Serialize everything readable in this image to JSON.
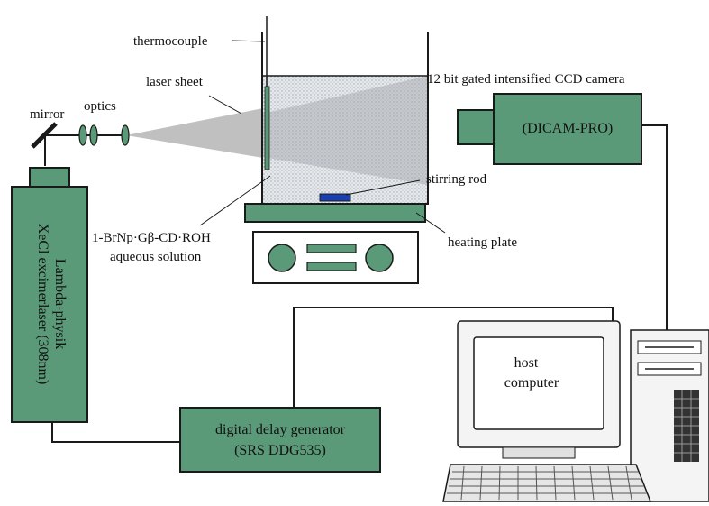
{
  "labels": {
    "thermocouple": "thermocouple",
    "laser_sheet": "laser sheet",
    "camera_title": "12 bit gated intensified CCD camera",
    "camera_model": "(DICAM-PRO)",
    "mirror": "mirror",
    "optics": "optics",
    "stirring_rod": "stirring rod",
    "solution_line1": "1-BrNp·Gβ-CD·ROH",
    "solution_line2": "aqueous solution",
    "heating_plate": "heating plate",
    "laser_line1": "Lambda-physik",
    "laser_line2": "XeCl excimerlaser (308nm)",
    "delay_line1": "digital delay generator",
    "delay_line2": "(SRS DDG535)",
    "computer_line1": "host",
    "computer_line2": "computer"
  },
  "colors": {
    "device_green": "#5a9a78",
    "outline": "#1a1a1a",
    "laser_beam": "#b9b9b9",
    "water_fill": "#d9dde2",
    "stirrer": "#1a3fb0",
    "computer_body": "#f4f4f4",
    "screen_fill": "#ffffff",
    "keyboard": "#c9c9c9",
    "thermocouple_probe": "#5a9a78"
  }
}
